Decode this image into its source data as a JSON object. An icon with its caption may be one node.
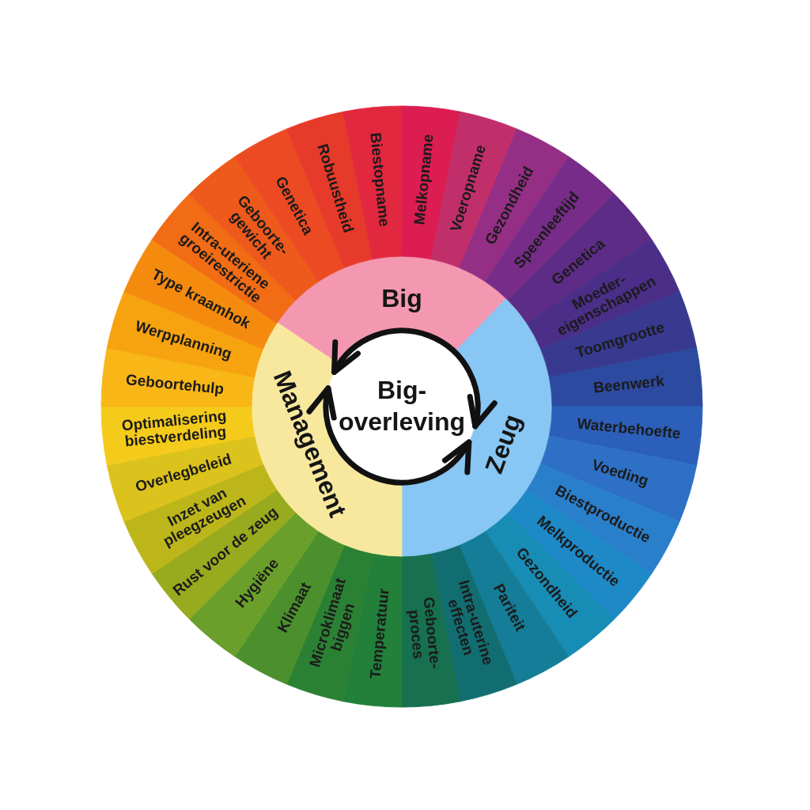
{
  "diagram": {
    "nodes": [
      {
        "text": [
          "Big-overleving"
        ]
      },
      {
        "text": [
          "Big"
        ]
      },
      {
        "text": [
          "Zeug"
        ]
      },
      {
        "text": [
          "Management"
        ]
      },
      {
        "text": [
          "Melkopname"
        ]
      },
      {
        "text": [
          "Voeropname"
        ]
      },
      {
        "text": [
          "Gezondheid"
        ]
      },
      {
        "text": [
          "Speenleeftijd"
        ]
      },
      {
        "text": [
          "Genetica"
        ]
      },
      {
        "text": [
          "Moeder-eigenschappen"
        ]
      },
      {
        "text": [
          "Toomgrootte"
        ]
      },
      {
        "text": [
          "Beenwerk"
        ]
      },
      {
        "text": [
          "Waterbehoefte"
        ]
      },
      {
        "text": [
          "Voeding"
        ]
      },
      {
        "text": [
          "Biestproductie"
        ]
      },
      {
        "text": [
          "Melkproductie"
        ]
      },
      {
        "text": [
          "Gezondheid"
        ]
      },
      {
        "text": [
          "Pariteit"
        ]
      },
      {
        "text": [
          "Intra-uterine effecten"
        ]
      },
      {
        "text": [
          "Geboorte-proces"
        ]
      },
      {
        "text": [
          "Temperatuur"
        ]
      },
      {
        "text": [
          "Microklimaat biggen"
        ]
      },
      {
        "text": [
          "Klimaat"
        ]
      },
      {
        "text": [
          "Hygiëne"
        ]
      },
      {
        "text": [
          "Rust voor de zeug"
        ]
      },
      {
        "text": [
          "Inzet van pleegzeugen"
        ]
      },
      {
        "text": [
          "Overlegbeleid"
        ]
      },
      {
        "text": [
          "Optimalisering biestverdeling"
        ]
      },
      {
        "text": [
          "Geboortehulp"
        ]
      },
      {
        "text": [
          "Werpplanning"
        ]
      },
      {
        "text": [
          "Type kraamhok"
        ]
      },
      {
        "text": [
          "Intra-uteriene groeirestrictie"
        ]
      },
      {
        "text": [
          "Geboorte-gewicht"
        ]
      },
      {
        "text": [
          "Genetica"
        ]
      },
      {
        "text": [
          "Robuustheid"
        ]
      },
      {
        "text": [
          "Biestopname"
        ]
      }
    ]
  }
}
